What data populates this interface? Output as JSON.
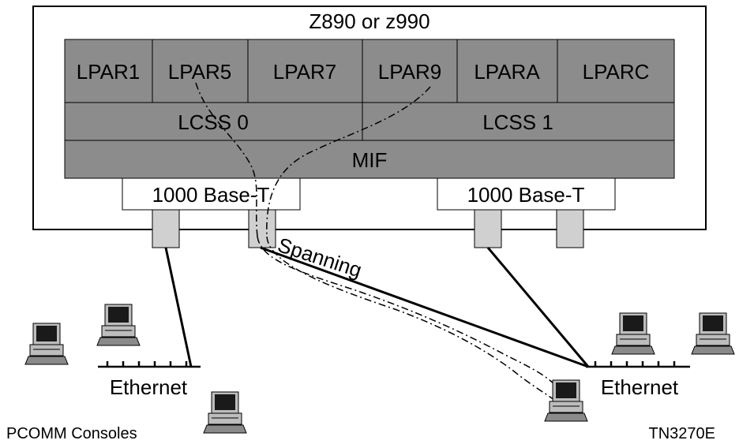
{
  "title": "Z890 or z990",
  "lpars": [
    "LPAR1",
    "LPAR5",
    "LPAR7",
    "LPAR9",
    "LPARA",
    "LPARC"
  ],
  "lcss": [
    "LCSS 0",
    "LCSS 1"
  ],
  "mif": "MIF",
  "adapters": [
    "1000 Base-T",
    "1000 Base-T"
  ],
  "spanning_label": "Spanning",
  "networks": [
    "Ethernet",
    "Ethernet"
  ],
  "footer_left": "PCOMM Consoles",
  "footer_right": "TN3270E",
  "colors": {
    "box_gray": "#8c8c8c",
    "port_gray": "#d0d0d0",
    "monitor_screen": "#1a1a1a",
    "computer_body": "#bdbdbd"
  }
}
